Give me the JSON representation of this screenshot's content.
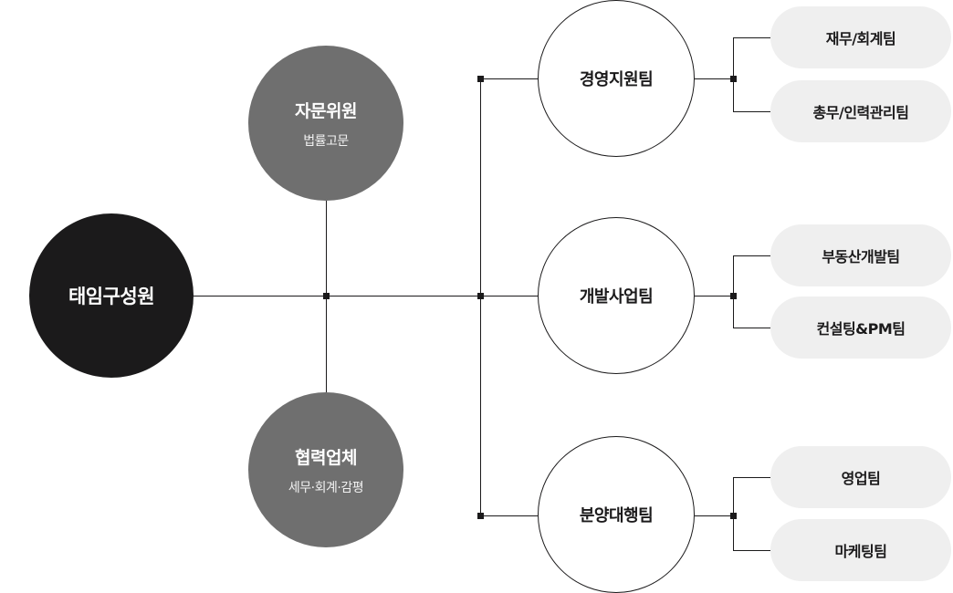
{
  "root": {
    "title": "태임구성원"
  },
  "advisor": {
    "title": "자문위원",
    "subtitle": "법률고문"
  },
  "partner": {
    "title": "협력업체",
    "subtitle": "세무·회계·감평"
  },
  "teams": [
    {
      "name": "경영지원팀",
      "subteams": [
        "재무/회계팀",
        "총무/인력관리팀"
      ]
    },
    {
      "name": "개발사업팀",
      "subteams": [
        "부동산개발팀",
        "컨설팅&PM팀"
      ]
    },
    {
      "name": "분양대행팀",
      "subteams": [
        "영업팀",
        "마케팅팀"
      ]
    }
  ],
  "colors": {
    "root": "#1b1a1b",
    "gray_node": "#6f6f6f",
    "pill": "#efefef",
    "line": "#1b1a1b"
  }
}
